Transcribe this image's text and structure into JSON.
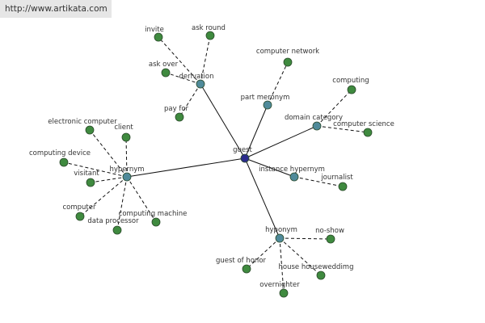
{
  "banner": {
    "url": "http://www.artikata.com"
  },
  "colors": {
    "center_node": "#2b2b8c",
    "relation_node": "#4f8a9a",
    "leaf_node": "#3f8a3f",
    "node_stroke": "#2a4a2a",
    "edge": "#111111"
  },
  "graph": {
    "center": "guest",
    "relations": [
      {
        "label": "derivation",
        "leaves": [
          "invite",
          "ask round",
          "ask over",
          "pay for"
        ]
      },
      {
        "label": "part meronym",
        "leaves": [
          "computer network"
        ]
      },
      {
        "label": "domain category",
        "leaves": [
          "computing",
          "computer science"
        ]
      },
      {
        "label": "instance hypernym",
        "leaves": [
          "journalist"
        ]
      },
      {
        "label": "hyponym",
        "leaves": [
          "no-show",
          "guest of honor",
          "house houseweddimg",
          "overnighter"
        ]
      },
      {
        "label": "hypernym",
        "leaves": [
          "electronic computer",
          "client",
          "computing device",
          "visitant",
          "computer",
          "data processor",
          "computing machine"
        ]
      }
    ]
  }
}
